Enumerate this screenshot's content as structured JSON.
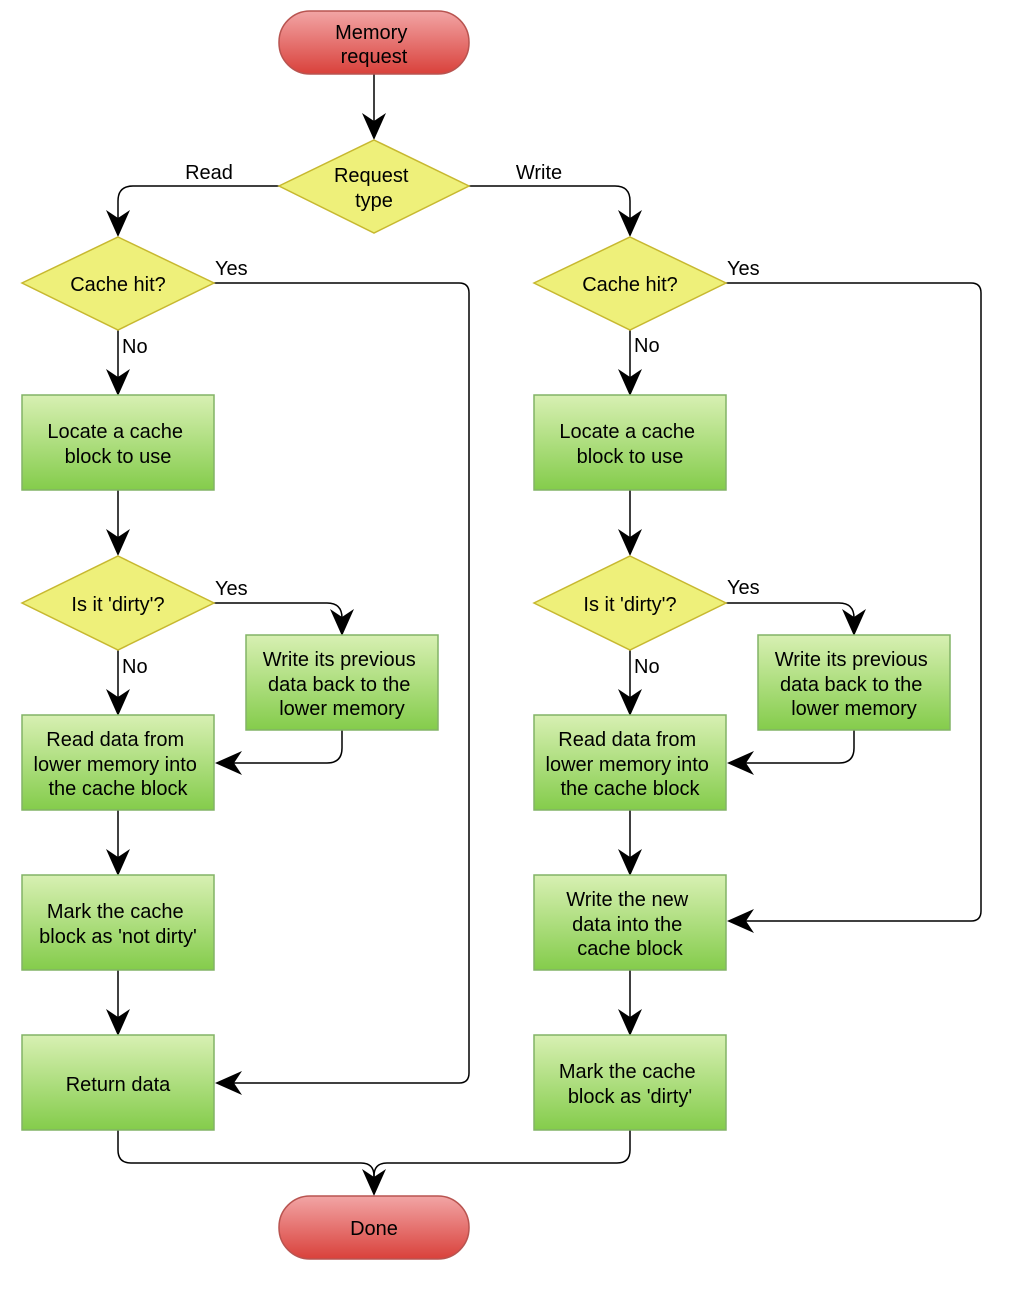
{
  "nodes": {
    "start": {
      "lines": [
        "Memory",
        "request"
      ],
      "kind": "terminal"
    },
    "request_type": {
      "lines": [
        "Request",
        "type"
      ],
      "kind": "decision"
    },
    "read_cache_hit": {
      "lines": [
        "Cache hit?"
      ],
      "kind": "decision"
    },
    "write_cache_hit": {
      "lines": [
        "Cache hit?"
      ],
      "kind": "decision"
    },
    "read_locate": {
      "lines": [
        "Locate a cache",
        "block to use"
      ],
      "kind": "process"
    },
    "write_locate": {
      "lines": [
        "Locate a cache",
        "block to use"
      ],
      "kind": "process"
    },
    "read_dirty": {
      "lines": [
        "Is it 'dirty'?"
      ],
      "kind": "decision"
    },
    "write_dirty": {
      "lines": [
        "Is it 'dirty'?"
      ],
      "kind": "decision"
    },
    "read_writeback": {
      "lines": [
        "Write its previous",
        "data back to the",
        "lower memory"
      ],
      "kind": "process"
    },
    "write_writeback": {
      "lines": [
        "Write its previous",
        "data back to the",
        "lower memory"
      ],
      "kind": "process"
    },
    "read_fetch": {
      "lines": [
        "Read data from",
        "lower memory into",
        "the cache block"
      ],
      "kind": "process"
    },
    "write_fetch": {
      "lines": [
        "Read data from",
        "lower memory into",
        "the cache block"
      ],
      "kind": "process"
    },
    "read_mark_clean": {
      "lines": [
        "Mark the cache",
        "block as 'not dirty'"
      ],
      "kind": "process"
    },
    "write_new_data": {
      "lines": [
        "Write the new",
        "data into the",
        "cache block"
      ],
      "kind": "process"
    },
    "read_return": {
      "lines": [
        "Return data"
      ],
      "kind": "process"
    },
    "write_mark_dirty": {
      "lines": [
        "Mark the cache",
        "block as 'dirty'"
      ],
      "kind": "process"
    },
    "done": {
      "lines": [
        "Done"
      ],
      "kind": "terminal"
    }
  },
  "edge_labels": {
    "read": "Read",
    "write": "Write",
    "read_hit_yes": "Yes",
    "read_hit_no": "No",
    "write_hit_yes": "Yes",
    "write_hit_no": "No",
    "read_dirty_yes": "Yes",
    "read_dirty_no": "No",
    "write_dirty_yes": "Yes",
    "write_dirty_no": "No"
  },
  "colors": {
    "terminal_fill_top": "#f2a5a5",
    "terminal_fill_bottom": "#d9413b",
    "terminal_stroke": "#b85450",
    "decision_fill": "#eef07a",
    "decision_stroke": "#c7b830",
    "process_fill_top": "#d8f0b3",
    "process_fill_bottom": "#84cc4b",
    "process_stroke": "#82b366",
    "edge": "#000000"
  }
}
